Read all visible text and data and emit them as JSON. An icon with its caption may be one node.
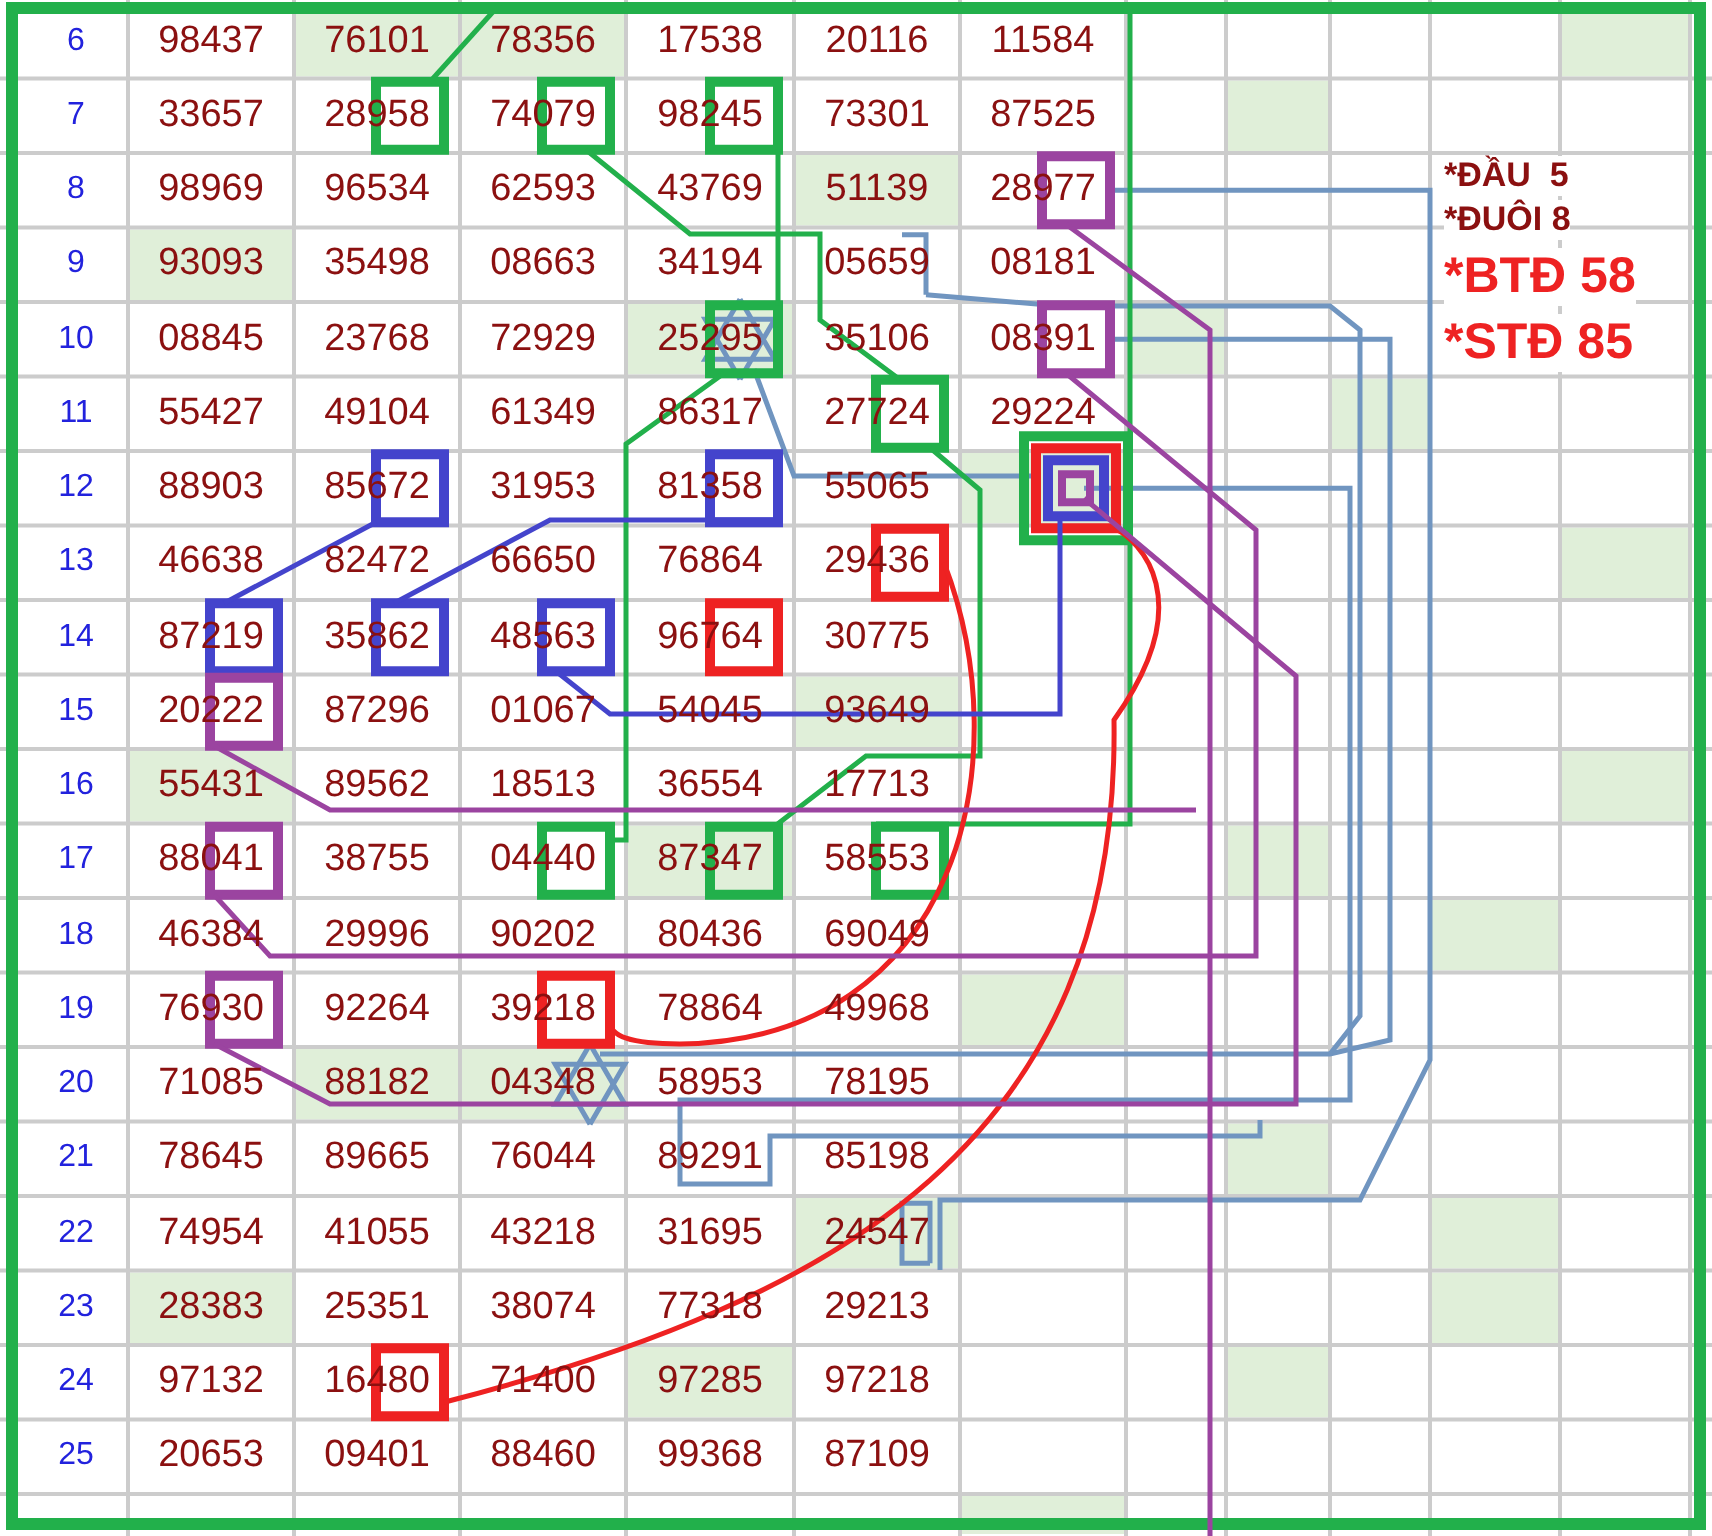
{
  "diagram": {
    "labels": [
      "6",
      "98437",
      "76101",
      "78356",
      "17538",
      "20116",
      "11584",
      "7",
      "33657",
      "28958",
      "74079",
      "98245",
      "73301",
      "87525",
      "8",
      "98969",
      "96534",
      "62593",
      "43769",
      "51139",
      "28977",
      "9",
      "93093",
      "35498",
      "08663",
      "34194",
      "05659",
      "08181",
      "10",
      "08845",
      "23768",
      "72929",
      "25295",
      "35106",
      "08391",
      "11",
      "55427",
      "49104",
      "61349",
      "86317",
      "27724",
      "29224",
      "12",
      "88903",
      "85672",
      "31953",
      "81358",
      "55065",
      "13",
      "46638",
      "82472",
      "66650",
      "76864",
      "29436",
      "14",
      "87219",
      "35862",
      "48563",
      "96764",
      "30775",
      "15",
      "20222",
      "87296",
      "01067",
      "54045",
      "93649",
      "16",
      "55431",
      "89562",
      "18513",
      "36554",
      "17713",
      "17",
      "88041",
      "38755",
      "04440",
      "87347",
      "58553",
      "18",
      "46384",
      "29996",
      "90202",
      "80436",
      "69049",
      "19",
      "76930",
      "92264",
      "39218",
      "78864",
      "49968",
      "20",
      "71085",
      "88182",
      "04348",
      "58953",
      "78195",
      "21",
      "78645",
      "89665",
      "76044",
      "89291",
      "85198",
      "22",
      "74954",
      "41055",
      "43218",
      "31695",
      "24547",
      "23",
      "28383",
      "25351",
      "38074",
      "77318",
      "29213",
      "24",
      "97132",
      "16480",
      "71400",
      "97285",
      "97218",
      "25",
      "20653",
      "09401",
      "88460",
      "99368",
      "87109",
      "*ĐẦU  5",
      "*ĐUÔI 8",
      "*BTĐ 58",
      "*STĐ 85"
    ]
  }
}
